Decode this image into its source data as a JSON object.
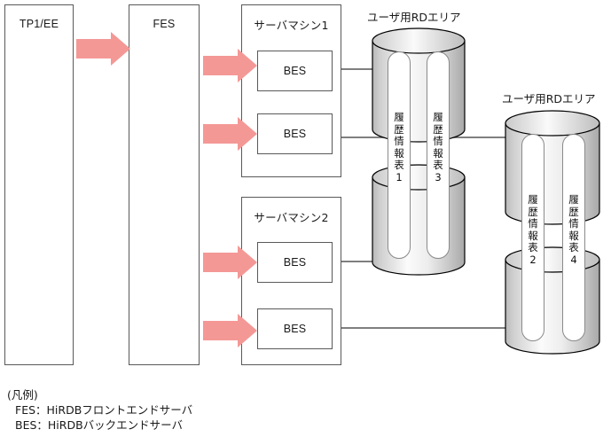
{
  "diagram": {
    "title_hidden": "",
    "colors": {
      "arrow": "#f49896",
      "arrow_edge": "#ef8482",
      "box_border": "#595959",
      "line": "#555555",
      "cylinder_light": "#ffffff",
      "cylinder_mid": "#d9d9d9",
      "cylinder_dark": "#b3b3b3",
      "cylinder_edge": "#000000",
      "pill_border": "#8a8a8a",
      "text": "#1a1a1a"
    },
    "nodes": {
      "tp1": {
        "label": "TP1/EE"
      },
      "fes": {
        "label": "FES"
      },
      "server_machine_1": {
        "label": "サーバマシン1"
      },
      "server_machine_2": {
        "label": "サーバマシン2"
      },
      "bes_1": {
        "label": "BES"
      },
      "bes_2": {
        "label": "BES"
      },
      "bes_3": {
        "label": "BES"
      },
      "bes_4": {
        "label": "BES"
      }
    },
    "rd_areas": [
      {
        "caption": "ユーザ用RDエリア"
      },
      {
        "caption": "ユーザ用RDエリア"
      }
    ],
    "tables": [
      {
        "name": "履歴情報表",
        "number": "1"
      },
      {
        "name": "履歴情報表",
        "number": "3"
      },
      {
        "name": "履歴情報表",
        "number": "2"
      },
      {
        "name": "履歴情報表",
        "number": "4"
      }
    ],
    "table_labels": {
      "t1": "履\n歴\n情\n報\n表\n1",
      "t3": "履\n歴\n情\n報\n表\n3",
      "t2": "履\n歴\n情\n報\n表\n2",
      "t4": "履\n歴\n情\n報\n表\n4"
    },
    "legend": {
      "heading": "(凡例)",
      "lines": [
        "FES：HiRDBフロントエンドサーバ",
        "BES：HiRDBバックエンドサーバ"
      ],
      "line1": "FES：HiRDBフロントエンドサーバ",
      "line2": "BES：HiRDBバックエンドサーバ"
    }
  }
}
